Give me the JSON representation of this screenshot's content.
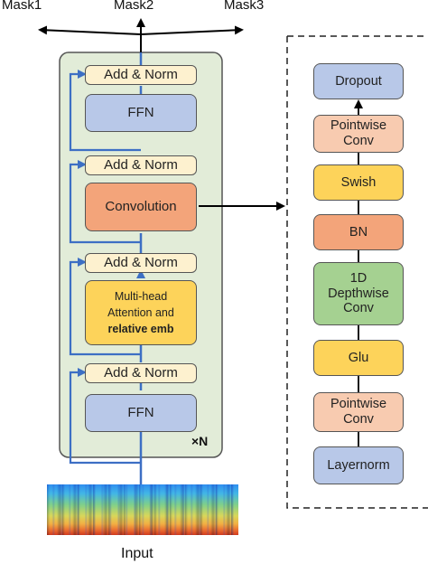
{
  "outputs": {
    "mask1": "Mask1",
    "mask2": "Mask2",
    "mask3": "Mask3"
  },
  "encoder": {
    "add_norm_1": "Add & Norm",
    "ffn_top": "FFN",
    "add_norm_2": "Add & Norm",
    "convolution": "Convolution",
    "add_norm_3": "Add & Norm",
    "mha_line1": "Multi-head",
    "mha_line2": "Attention and",
    "mha_line3": "relative emb",
    "add_norm_4": "Add & Norm",
    "ffn_bottom": "FFN",
    "repeat_label": "×N"
  },
  "conv_module": {
    "dropout": "Dropout",
    "pointwise_top_1": "Pointwise",
    "pointwise_top_2": "Conv",
    "swish": "Swish",
    "bn": "BN",
    "depthwise_1": "1D",
    "depthwise_2": "Depthwise",
    "depthwise_3": "Conv",
    "glu": "Glu",
    "pointwise_bottom_1": "Pointwise",
    "pointwise_bottom_2": "Conv",
    "layernorm": "Layernorm"
  },
  "input_label": "Input",
  "colors": {
    "encoder_bg": "#e2ecd8",
    "arrow_blue": "#3d6fc4",
    "add_norm": "#fdf1cf",
    "ffn": "#b8c8e8",
    "conv": "#f3a47a",
    "mha": "#fdd35a",
    "depthwise": "#a5d191",
    "pointwise": "#f8cbb0"
  }
}
